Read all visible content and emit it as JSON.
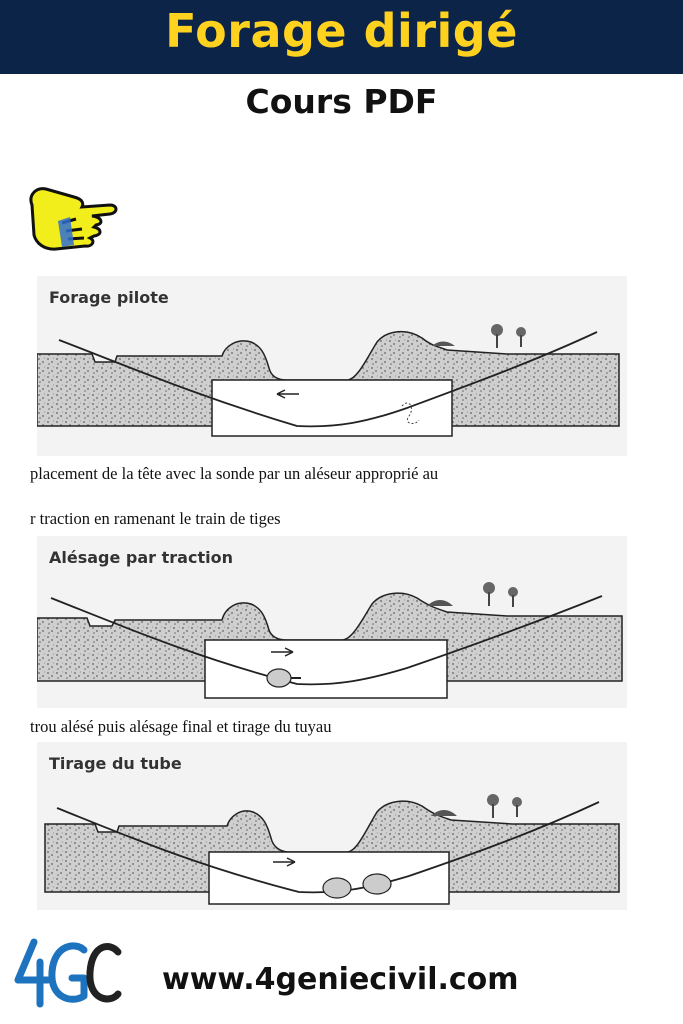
{
  "header": {
    "title": "Forage dirigé",
    "subtitle": "Cours PDF"
  },
  "icons": {
    "pointer": "pointing-hand-icon",
    "brand": "4gc-logo"
  },
  "colors": {
    "banner": "#0b2447",
    "title": "#ffd21f",
    "logo_blue": "#1e73be",
    "logo_dark": "#222222",
    "hand_yellow": "#f2ee1c",
    "hand_blue": "#2f6fd0"
  },
  "panels": [
    {
      "label": "Forage pilote"
    },
    {
      "label": "Alésage par traction"
    },
    {
      "label": "Tirage du tube"
    }
  ],
  "captions": [
    "placement de la tête avec la sonde par un aléseur approprié au",
    "r traction en ramenant le train de tiges",
    "trou alésé puis alésage final et tirage du tuyau"
  ],
  "footer": {
    "logo_text": "4GC",
    "website": "www.4geniecivil.com"
  }
}
